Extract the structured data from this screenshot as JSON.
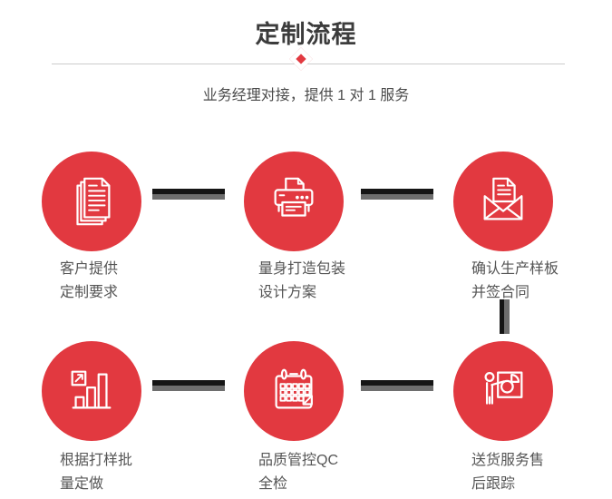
{
  "header": {
    "title": "定制流程",
    "subtitle": "业务经理对接，提供 1 对 1 服务"
  },
  "steps": [
    {
      "icon": "documents-icon",
      "label_line1": "客户提供",
      "label_line2": "定制要求"
    },
    {
      "icon": "printer-icon",
      "label_line1": "量身打造包装",
      "label_line2": "设计方案"
    },
    {
      "icon": "envelope-icon",
      "label_line1": "确认生产样板",
      "label_line2": "并签合同"
    },
    {
      "icon": "bar-chart-icon",
      "label_line1": "根据打样批",
      "label_line2": "量定做"
    },
    {
      "icon": "calendar-icon",
      "label_line1": "品质管控QC",
      "label_line2": "全检"
    },
    {
      "icon": "presentation-icon",
      "label_line1": "送货服务售",
      "label_line2": "后跟踪"
    }
  ],
  "colors": {
    "accent_red": "#e23940",
    "connector_dark": "#151515",
    "connector_gray": "#6e6e6e",
    "divider": "#cccccc",
    "title_text": "#3c3c3c",
    "subtitle_text": "#4a4a4a",
    "label_text": "#555555"
  }
}
